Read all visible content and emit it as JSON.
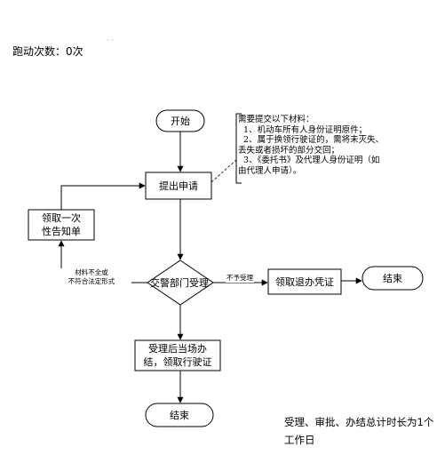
{
  "page": {
    "top_mark": "‘ ’",
    "run_count": "跑动次数：0次"
  },
  "flow": {
    "start": "开始",
    "apply": "提出申请",
    "notice": "领取一次性告知单",
    "decision": "交警部门受理",
    "refund": "领取退办凭证",
    "end_reject": "结束",
    "handle": "受理后当场办结，领取行驶证",
    "end_final": "结束"
  },
  "edge_labels": {
    "incomplete": "材料不全或\n不符合法定形式",
    "reject": "不予受理"
  },
  "materials_note": {
    "text": "需要提交以下材料：\n  1、机动车所有人身份证明原件；\n  2、属于换领行驶证的，需将未灭失、\n丢失或者损坏的部分交回；\n  3、《委托书》及代理人身份证明（如\n由代理人申请）。"
  },
  "footnote": "受理、审批、办结总计时长为1个工作日"
}
